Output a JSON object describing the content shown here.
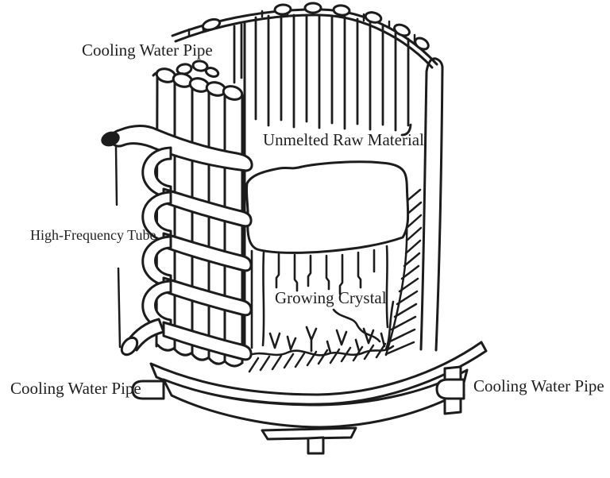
{
  "figure": {
    "colors": {
      "background": "#ffffff",
      "ink": "#1c1c1c",
      "text": "#1f1f1f"
    },
    "labels": {
      "cooling_water_pipe_top": "Cooling Water Pipe",
      "unmelted_raw_material": "Unmelted Raw Material",
      "high_frequency_tube": "High-Frequency Tube",
      "growing_crystal": "Growing Crystal",
      "cooling_water_pipe_bottom_left": "Cooling Water Pipe",
      "cooling_water_pipe_bottom_right": "Cooling Water Pipe"
    }
  }
}
